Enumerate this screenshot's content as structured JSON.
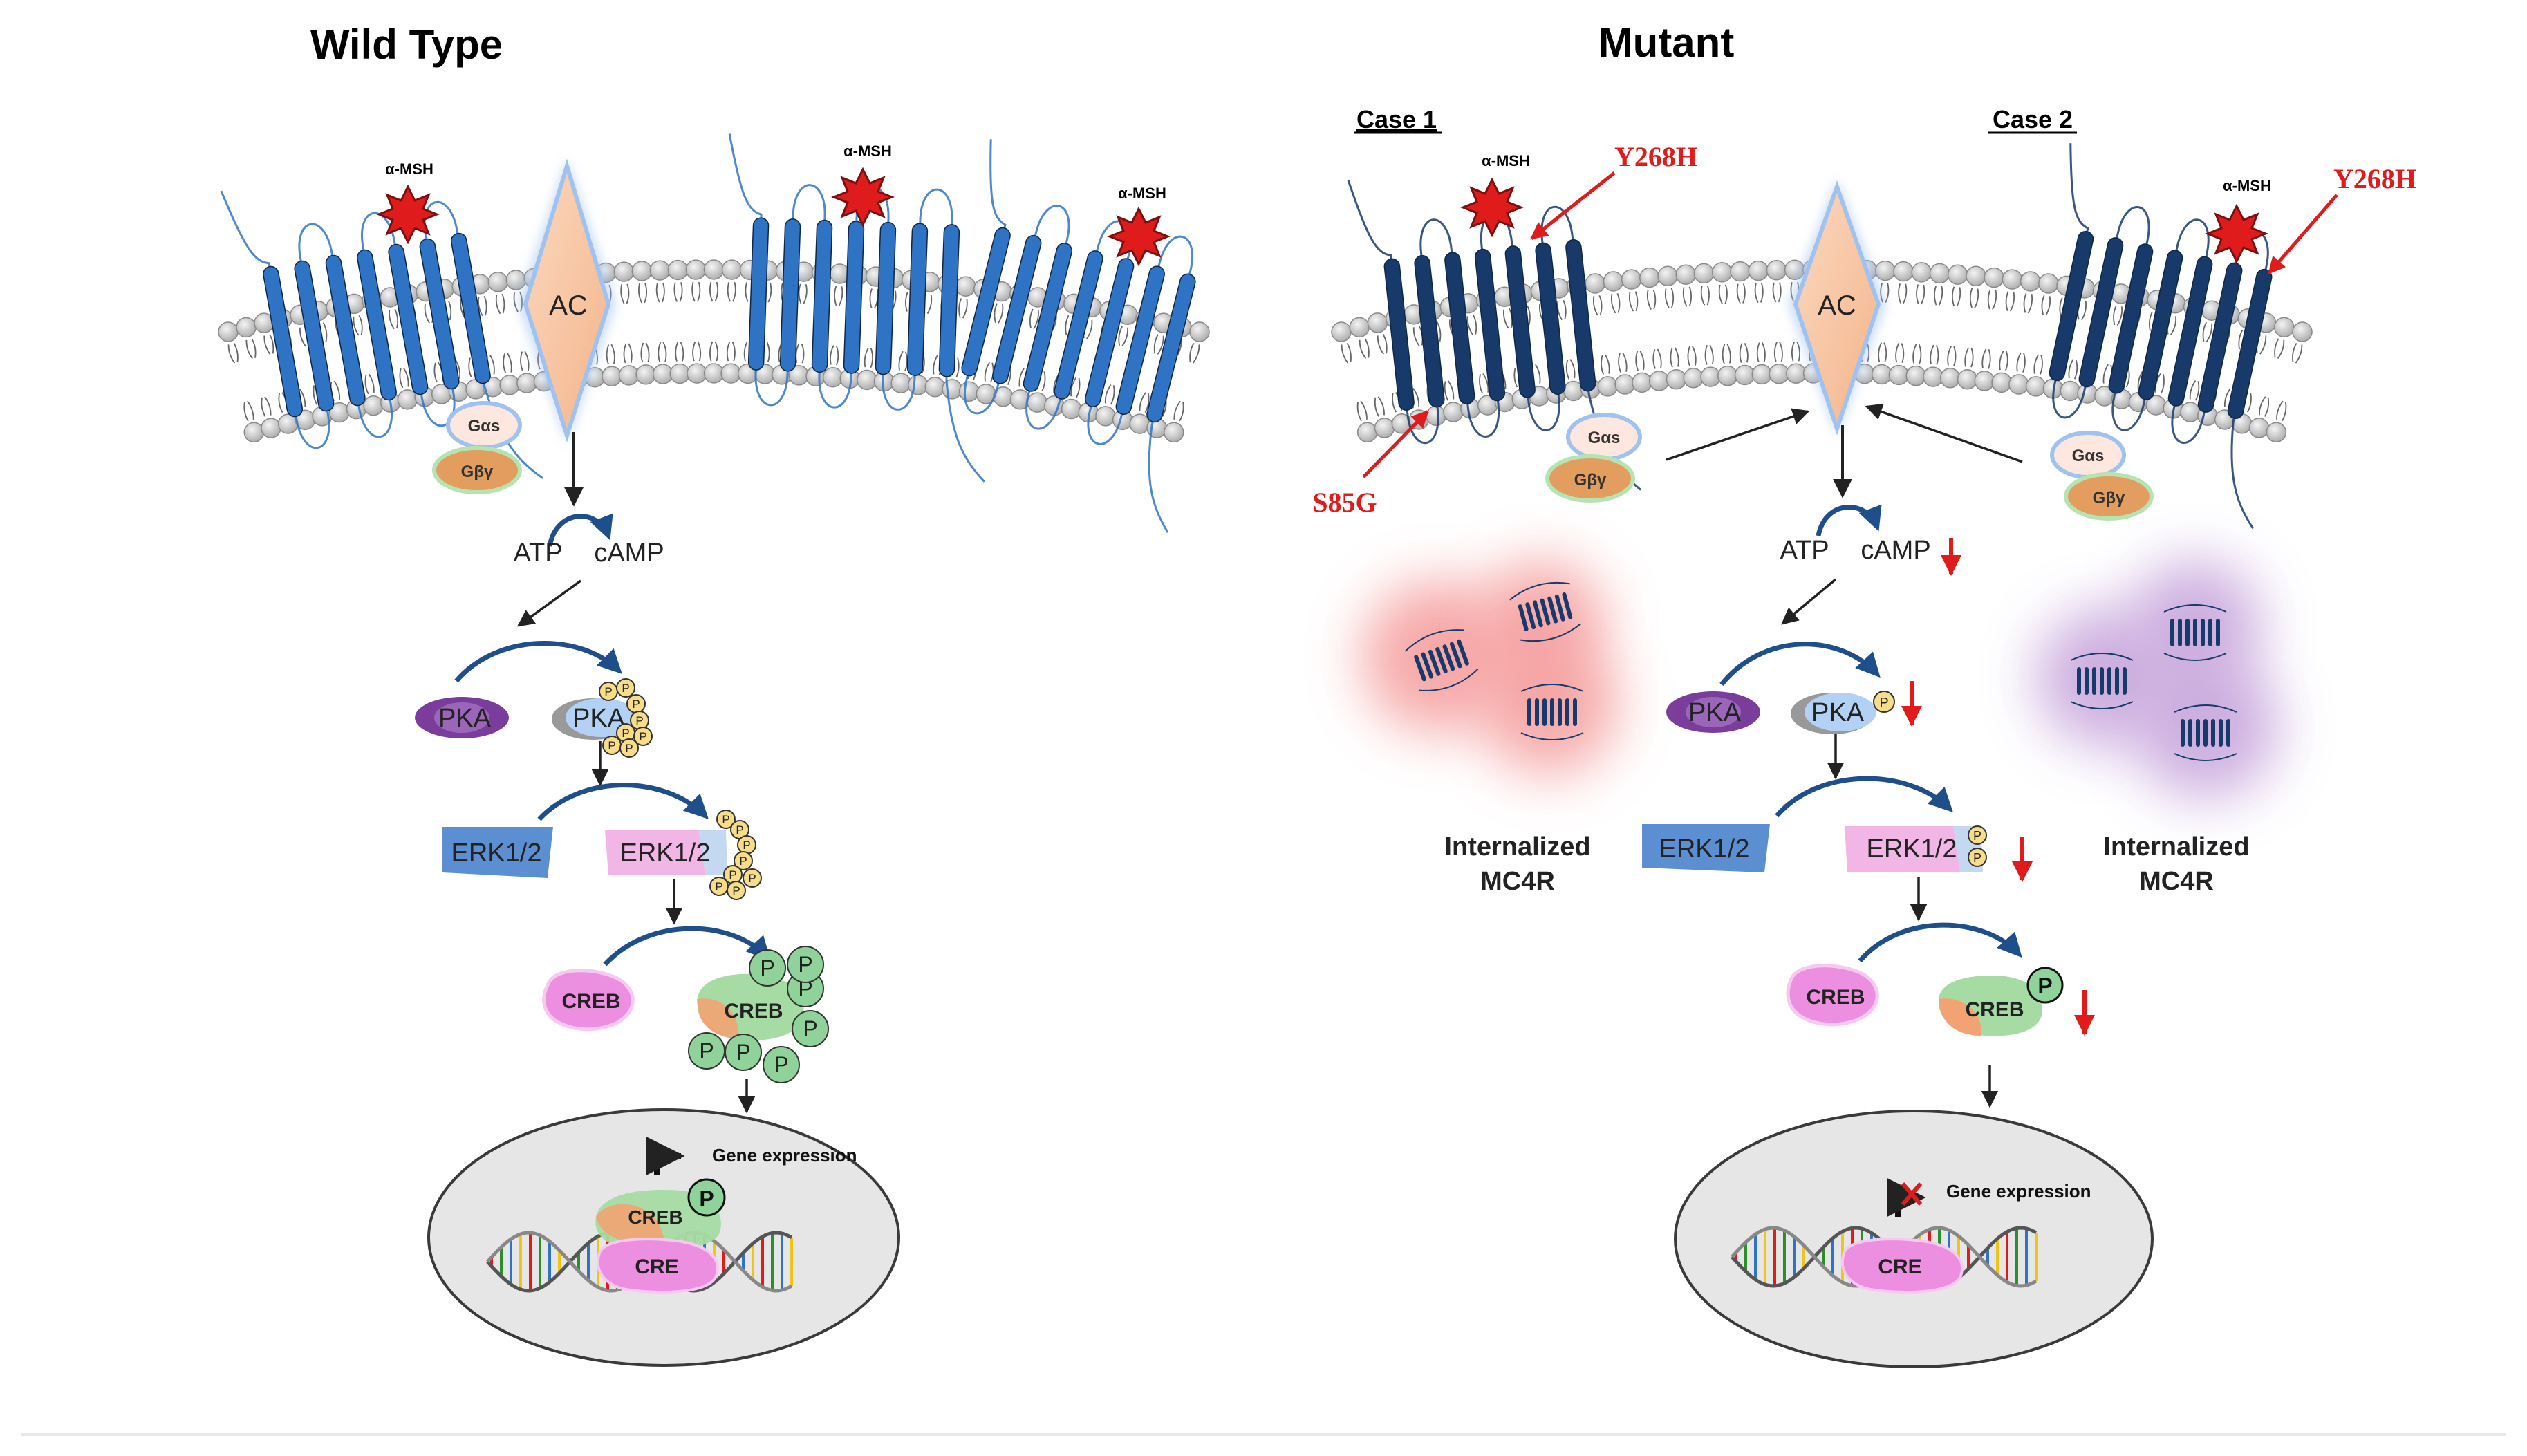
{
  "panels": {
    "wild_type": {
      "title": "Wild Type",
      "ligand_label": "α-MSH",
      "ac_label": "AC",
      "g_alpha": "Gαs",
      "g_betagamma": "Gβγ",
      "atp": "ATP",
      "camp": "cAMP",
      "pka": "PKA",
      "erk": "ERK1/2",
      "creb": "CREB",
      "phospho": "P",
      "cre": "CRE",
      "gene_expression": "Gene expression"
    },
    "mutant": {
      "title": "Mutant",
      "case1_label": "Case 1",
      "case2_label": "Case 2",
      "ligand_label": "α-MSH",
      "mutation_y268h": "Y268H",
      "mutation_s85g": "S85G",
      "ac_label": "AC",
      "g_alpha": "Gαs",
      "g_betagamma": "Gβγ",
      "atp": "ATP",
      "camp": "cAMP",
      "pka": "PKA",
      "erk": "ERK1/2",
      "creb": "CREB",
      "phospho": "P",
      "cre": "CRE",
      "gene_expression": "Gene expression",
      "internalized_line1": "Internalized",
      "internalized_line2": "MC4R"
    }
  },
  "colors": {
    "receptor_wt": "#2f73c4",
    "receptor_mut": "#173a6b",
    "lipid_head": "#c8c8c8",
    "ac_fill": "#f7c9a8",
    "pka_purple": "#7b3d9b",
    "erk_blue": "#5b8fd1",
    "erk_pink": "#f2b6e6",
    "creb_pink": "#ec8fe0",
    "creb_green": "#a6dba3",
    "phospho_green": "#8fd39a",
    "phospho_yellow": "#f7dd8a",
    "mutation_red": "#e01b1b",
    "internalized_red": "#f59a9a",
    "internalized_purple": "#c7a6dc",
    "nucleus": "#e6e6e6"
  }
}
